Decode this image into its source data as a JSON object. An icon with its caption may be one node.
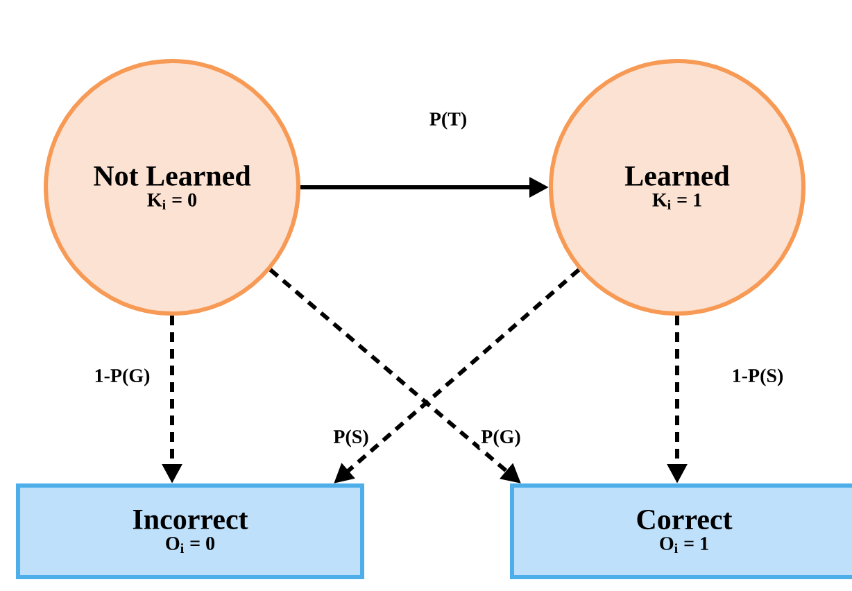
{
  "diagram": {
    "nodes": [
      {
        "text": [
          "Not Learned",
          "K$_{i}$ = 0"
        ]
      },
      {
        "text": [
          "Learned",
          "K$_{i}$ = 1"
        ]
      },
      {
        "text": [
          "Incorrect",
          "O$_{i}$ = 0"
        ]
      },
      {
        "text": [
          "Correct",
          "O$_{i}$ = 1"
        ]
      }
    ],
    "edges": [
      {
        "from": 0,
        "to": 1,
        "arrow": "to",
        "label": "P(T)"
      },
      {
        "from": 0,
        "to": 2,
        "arrow": "to",
        "label": "1-P(G)",
        "style": "dashed"
      },
      {
        "from": 1,
        "to": 2,
        "arrow": "to",
        "label": "P(S)",
        "style": "dashed"
      },
      {
        "from": 0,
        "to": 3,
        "arrow": "to",
        "label": "P(G)",
        "style": "dashed"
      },
      {
        "from": 1,
        "to": 3,
        "arrow": "to",
        "label": "1-P(S)",
        "style": "dashed"
      }
    ]
  }
}
